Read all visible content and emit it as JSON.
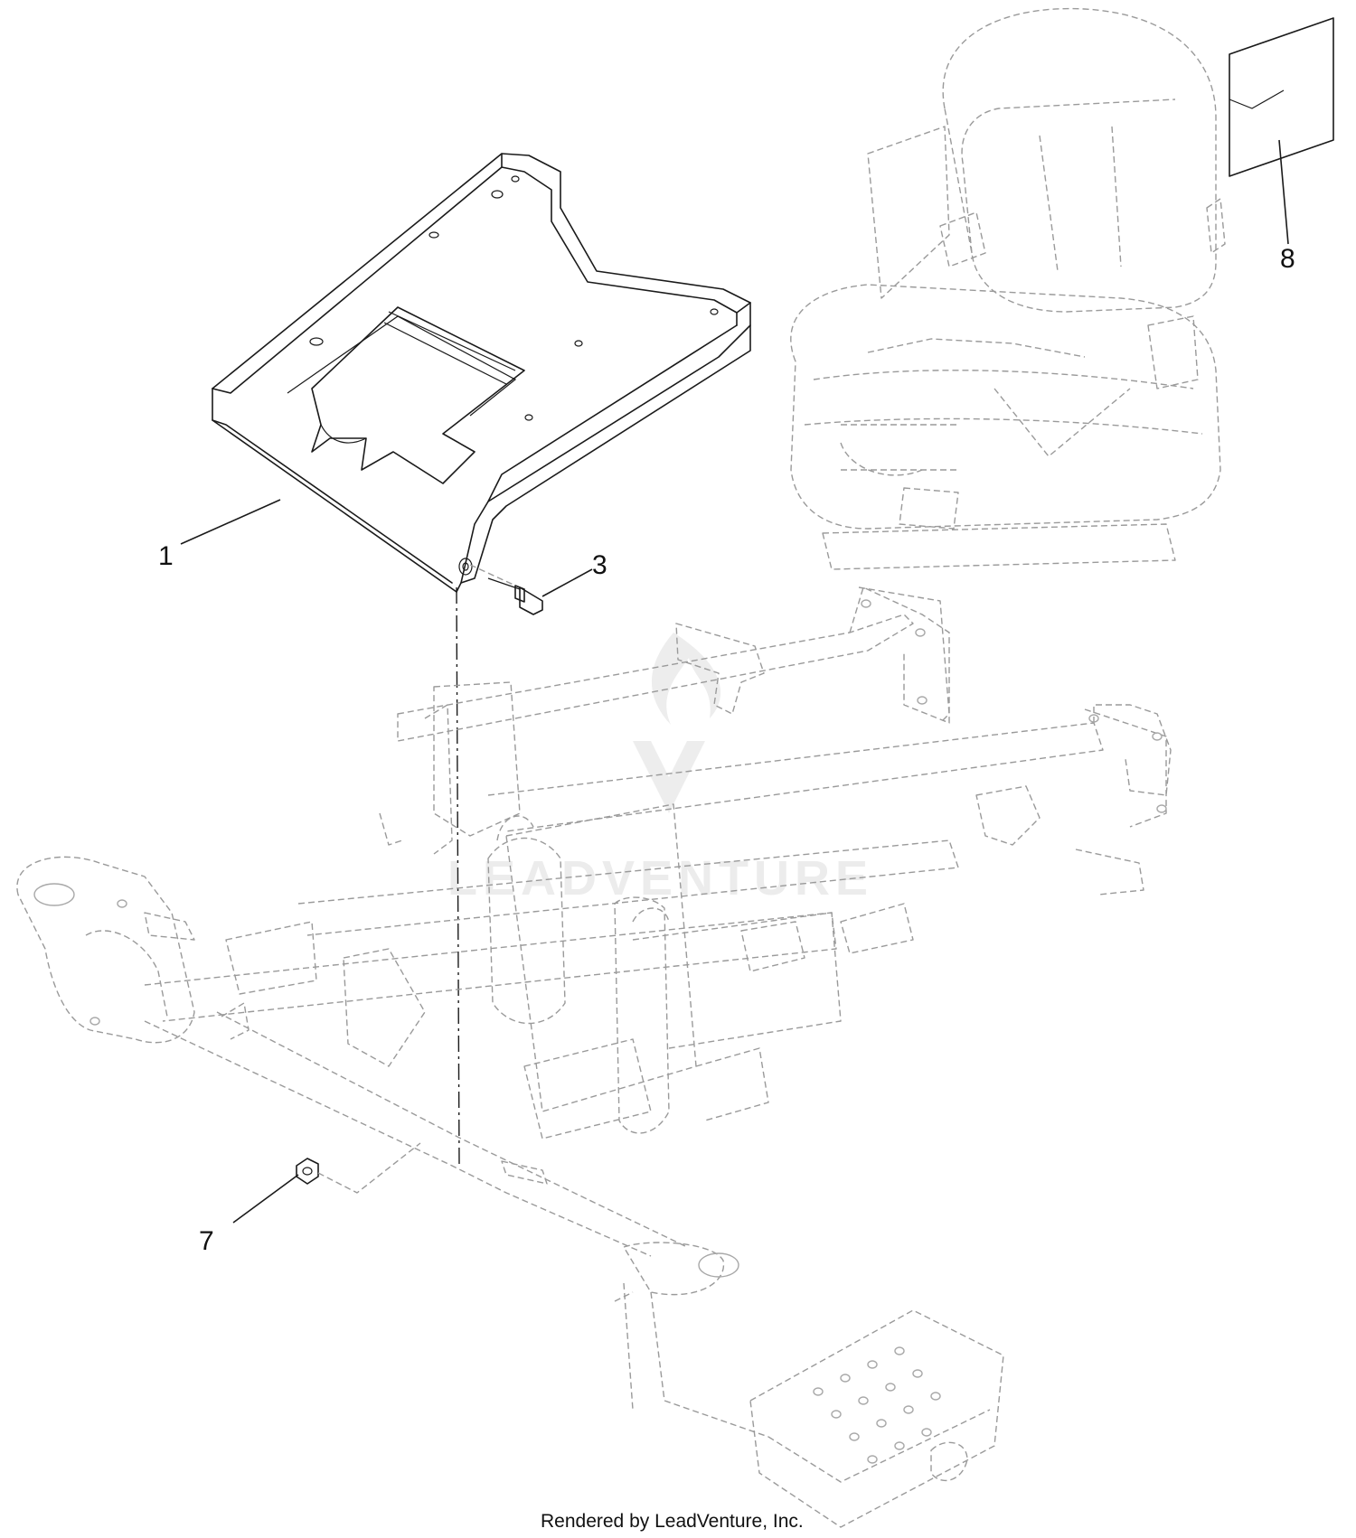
{
  "callouts": [
    {
      "id": "1",
      "label": "1"
    },
    {
      "id": "3",
      "label": "3"
    },
    {
      "id": "7",
      "label": "7"
    },
    {
      "id": "8",
      "label": "8"
    }
  ],
  "watermark": {
    "text": "LEADVENTURE"
  },
  "footer": {
    "text": "Rendered by LeadVenture, Inc."
  }
}
